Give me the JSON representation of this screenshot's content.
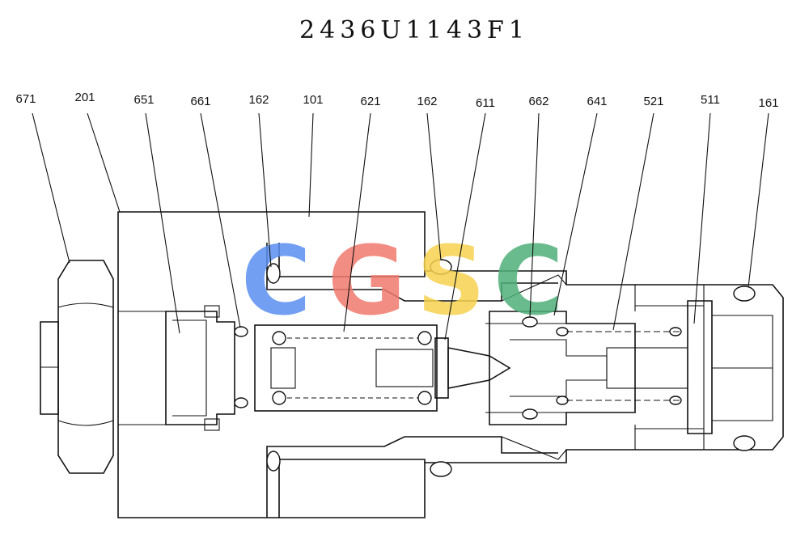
{
  "title": "2436U1143F1",
  "watermark": {
    "letters": [
      {
        "char": "C",
        "color": "#5b8ff0"
      },
      {
        "char": "G",
        "color": "#f07a6e"
      },
      {
        "char": "S",
        "color": "#f6d24e"
      },
      {
        "char": "C",
        "color": "#4fb07a"
      }
    ]
  },
  "callouts": [
    {
      "id": "671",
      "label": "671"
    },
    {
      "id": "201",
      "label": "201"
    },
    {
      "id": "651",
      "label": "651"
    },
    {
      "id": "661",
      "label": "661"
    },
    {
      "id": "162a",
      "label": "162"
    },
    {
      "id": "101",
      "label": "101"
    },
    {
      "id": "621",
      "label": "621"
    },
    {
      "id": "162b",
      "label": "162"
    },
    {
      "id": "611",
      "label": "611"
    },
    {
      "id": "662",
      "label": "662"
    },
    {
      "id": "641",
      "label": "641"
    },
    {
      "id": "521",
      "label": "521"
    },
    {
      "id": "511",
      "label": "511"
    },
    {
      "id": "161",
      "label": "161"
    }
  ]
}
